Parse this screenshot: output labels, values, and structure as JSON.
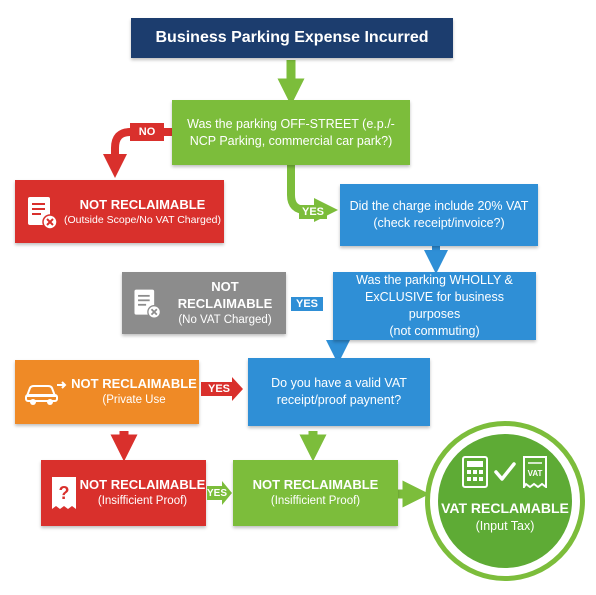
{
  "title": "Business Parking Expense Incurred",
  "colors": {
    "navy": "#1c3d6e",
    "green": "#7cbd3b",
    "red": "#d9302c",
    "blue": "#2f8fd6",
    "gray": "#8c8c8c",
    "orange": "#ef8a26",
    "dark_green": "#5eab35"
  },
  "q1": {
    "line1": "Was the parking OFF-STREET (e.p./-",
    "line2": "NCP Parking, commercial car park?)"
  },
  "q2": {
    "line1": "Did the charge include 20% VAT",
    "line2": "(check receipt/invoice?)"
  },
  "q3": {
    "line1": "Was the parking WHOLLY &",
    "line2": "ExCLUSIVE for business purposes",
    "line3": "(not commuting)"
  },
  "q4": {
    "line1": "Do you have a valid VAT",
    "line2": "receipt/proof paynent?"
  },
  "outcomes": {
    "o1": {
      "label": "NOT RECLAIMABLE",
      "note": "(Outside Scope/No VAT Charged)",
      "icon": "receipt-x-icon"
    },
    "o2": {
      "label": "NOT RECLAIMABLE",
      "note": "(No VAT Charged)",
      "icon": "receipt-x-icon"
    },
    "o3": {
      "label": "NOT RECLAIMABLE",
      "note": "(Private Use",
      "icon": "car-arrow-icon"
    },
    "o4": {
      "label": "NOT RECLAIMABLE",
      "note": "(Insifficient Proof)",
      "icon": "question-receipt-icon"
    },
    "o5": {
      "label": "NOT RECLAIMABLE",
      "note": "(Insifficient Proof)"
    }
  },
  "final": {
    "label": "VAT RECLAMABLE",
    "note": "(Input Tax)",
    "icons": [
      "calculator-icon",
      "checkmark-icon",
      "vat-receipt-icon"
    ]
  },
  "tags": {
    "no": "NO",
    "yes1": "YES",
    "yes2": "YES",
    "yes3": "YES",
    "yes4": "YES"
  },
  "vat_icon_text": "VAT"
}
